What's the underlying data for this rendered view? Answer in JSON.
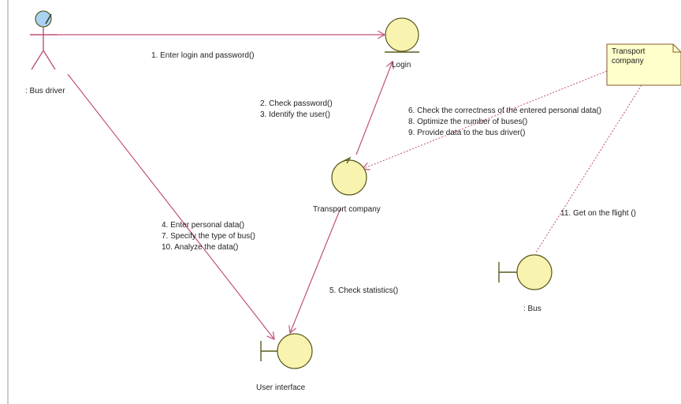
{
  "colors": {
    "link": "#c0507a",
    "note_link": "#c0507a",
    "object_fill": "#f8f4b0",
    "object_stroke": "#5a5a1e",
    "note_fill": "#ffffcc",
    "actor_head": "#a9d2f3",
    "text": "#222222"
  },
  "actor": {
    "label": ": Bus driver",
    "icon": "actor-stick-figure-icon"
  },
  "objects": {
    "login": {
      "label": "Login",
      "icon": "entity-icon"
    },
    "transport_company": {
      "label": "Transport company",
      "icon": "control-icon"
    },
    "user_interface": {
      "label": "User interface",
      "icon": "boundary-icon"
    },
    "bus": {
      "label": ": Bus",
      "icon": "boundary-icon"
    }
  },
  "note": {
    "lines": [
      "Transport",
      "company"
    ]
  },
  "messages": {
    "driver_login": [
      "1.  Enter login and password()"
    ],
    "company_login": [
      "2. Check password()",
      "3. Identify the user()"
    ],
    "note_company": [
      "6. Check the correctness of the entered personal data()",
      "8. Optimize the number of buses()",
      "9. Provide data to the bus driver()"
    ],
    "driver_ui": [
      "4. Enter personal data()",
      "7. Specify the type of bus()",
      "10. Analyze the data()"
    ],
    "company_ui": [
      "5. Check statistics()"
    ],
    "note_bus": [
      "11. Get on the flight  ()"
    ]
  }
}
